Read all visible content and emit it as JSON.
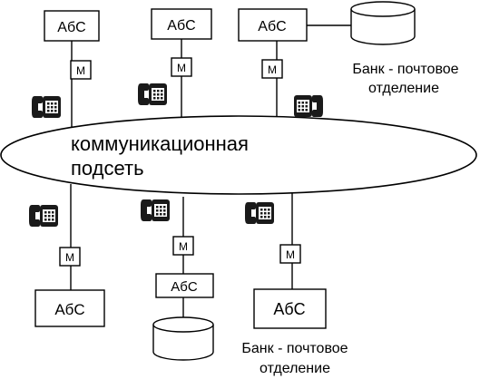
{
  "network": {
    "label_line1": "коммуникационная",
    "label_line2": "подсеть"
  },
  "abs_label": "АбС",
  "modem_label": "М",
  "bank_label_line1": "Банк - почтовое",
  "bank_label_line2": "отделение",
  "icons": {
    "phone": "telephone-icon",
    "database": "database-cylinder-icon"
  }
}
